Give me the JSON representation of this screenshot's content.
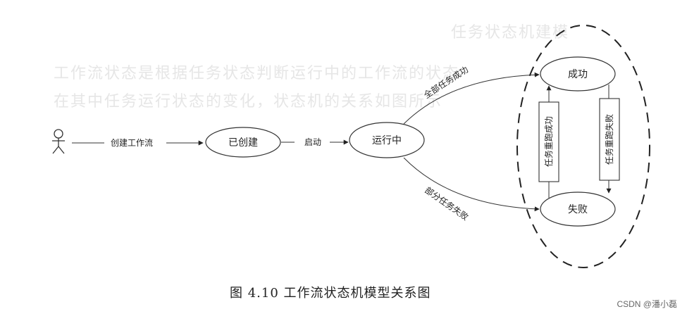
{
  "diagram": {
    "actor_label": "创建工作流",
    "states": {
      "created": "已创建",
      "running": "运行中",
      "success": "成功",
      "failed": "失败"
    },
    "transitions": {
      "start": "启动",
      "all_success": "全部任务成功",
      "partial_fail": "部分任务失败",
      "rerun_success": "任务重跑成功",
      "rerun_fail": "任务重跑失败"
    }
  },
  "caption": "图 4.10    工作流状态机模型关系图",
  "watermark": "CSDN @潘小磊"
}
